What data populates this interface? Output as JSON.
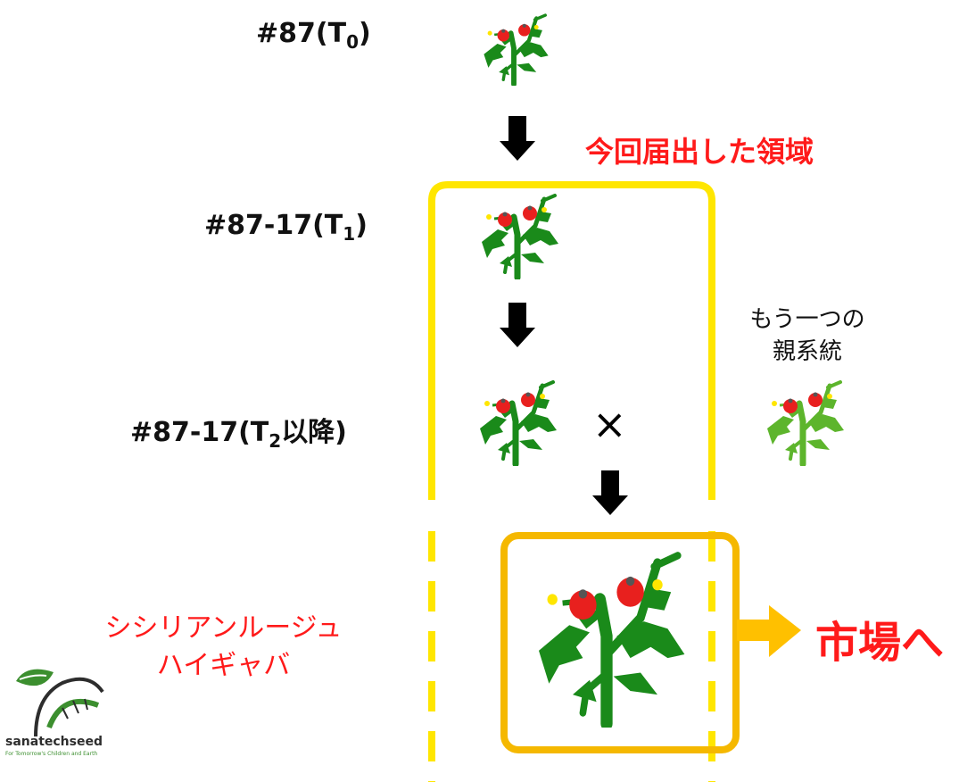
{
  "generations": [
    {
      "prefix": "#87(T",
      "sub": "0",
      "suffix": ")"
    },
    {
      "prefix": "#87-17(T",
      "sub": "1",
      "suffix": ")"
    },
    {
      "prefix": "#87-17(T",
      "sub": "2",
      "suffix": "以降)"
    }
  ],
  "region_label": "今回届出した領域",
  "other_parent": [
    "もう一つの",
    "親系統"
  ],
  "cross_symbol": "×",
  "variety_name": [
    "シシリアンルージュ",
    "ハイギャバ"
  ],
  "market_label": "市場へ",
  "logo": {
    "name": "sanatechseed",
    "tagline": "For Tomorrow's Children and Earth"
  },
  "colors": {
    "region_border": "#ffe600",
    "variety_box": "#f5b800",
    "market_arrow": "#ffc000",
    "accent_red": "#ff1a1a",
    "plant_green": "#1a8a1a",
    "plant_light_green": "#5db52c",
    "tomato_red": "#e8201e"
  },
  "icons": [
    "tomato-plant-icon",
    "down-arrow-icon",
    "right-arrow-icon",
    "logo-icon"
  ]
}
